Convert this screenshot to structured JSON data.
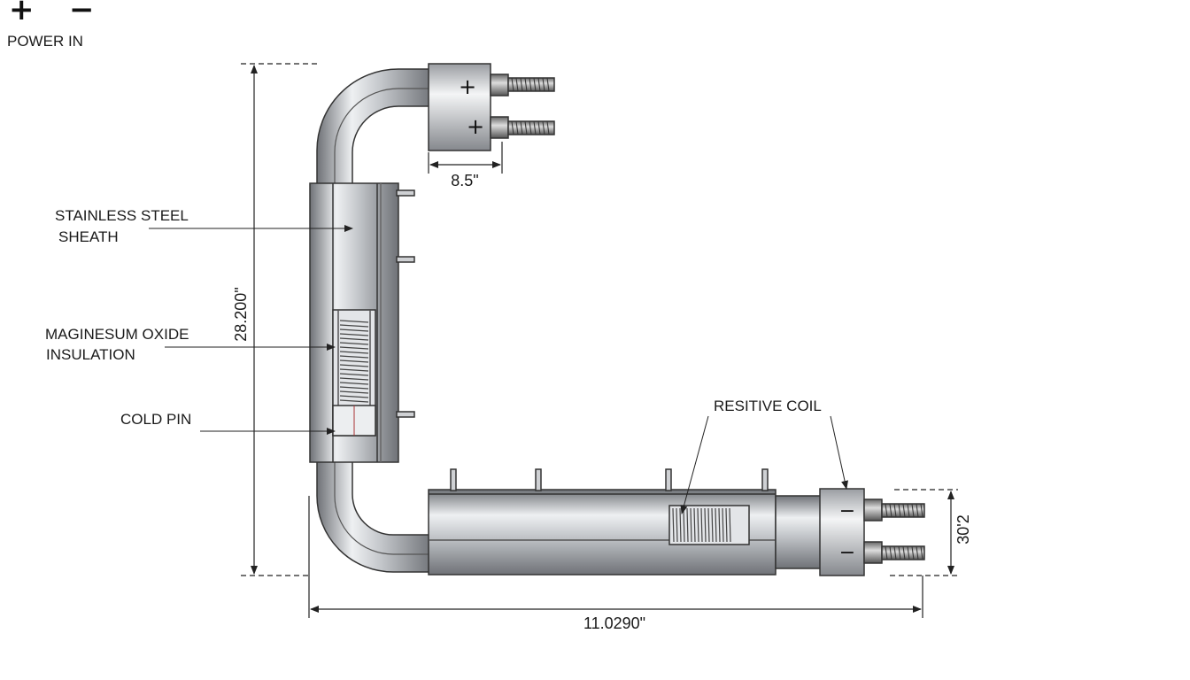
{
  "header": {
    "plus_symbol": "+",
    "minus_symbol": "−",
    "power_label": "POWER IN"
  },
  "labels": {
    "sheath_line1": "STAINLESS STEEL",
    "sheath_line2": "SHEATH",
    "insulation_line1": "MAGINESUM OXIDE",
    "insulation_line2": "INSULATION",
    "cold_pin": "COLD PIN",
    "resistive_coil": "RESITIVE COIL"
  },
  "dimensions": {
    "vertical_height": "28.200\"",
    "terminal_width": "8.5\"",
    "terminal_spacing": "30'2",
    "overall_width": "11.0290\""
  },
  "terminals": {
    "top_marks": [
      "+",
      "+"
    ],
    "bottom_marks": [
      "−",
      "−"
    ]
  },
  "colors": {
    "line": "#222222",
    "metal_dark": "#7a7d82",
    "metal_light": "#f2f3f5"
  }
}
